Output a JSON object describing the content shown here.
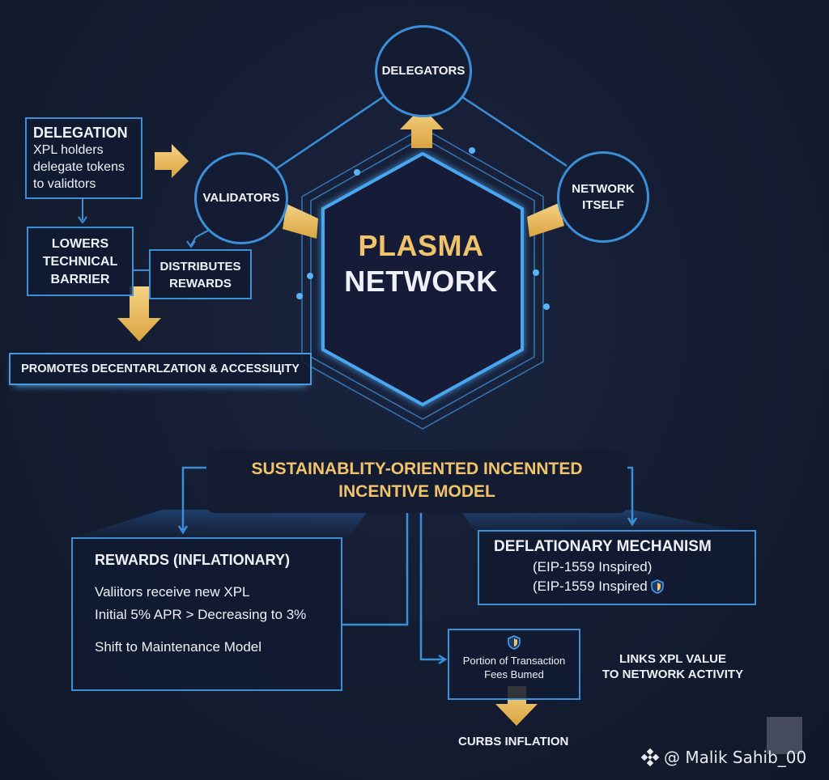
{
  "center": {
    "line1": "PLASMA",
    "line2": "NETWORK"
  },
  "nodes": {
    "delegators": "DELEGATORS",
    "validators": "VALIDATORS",
    "network_itself": [
      "NETWORK",
      "ITSELF"
    ]
  },
  "delegation_box": {
    "title": "DELEGATION",
    "lines": [
      "XPL holders",
      "delegate tokens",
      "to validtors"
    ]
  },
  "lowers_box": [
    "LOWERS",
    "TECHNICAL",
    "BARRIER"
  ],
  "distributes_box": [
    "DISTRIBUTES",
    "REWARDS"
  ],
  "promotes_box": "PROMOTES DECENTARLZATION & ACCESSIЦITY",
  "model_banner": [
    "SUSTAINABLITY-ORIENTED INCENNTED",
    "INCENTIVE MODEL"
  ],
  "rewards_box": {
    "title": "REWARDS (INFLATIONARY)",
    "lines": [
      "Valiitors receive new XPL",
      "Initial 5% APR > Decreasing to 3%",
      "Shift to Maintenance Model"
    ]
  },
  "deflationary_box": {
    "title": "DEFLATIONARY MECHANISM",
    "lines": [
      "(EIP-1559 Inspired)",
      "(EIP-1559 Inspired"
    ],
    "icon": "shield-icon"
  },
  "burn_box": {
    "icon": "shield-icon",
    "lines": [
      "Portion of Transaction",
      "Fees Bumed"
    ]
  },
  "links_label": [
    "LINKS XPL VALUE",
    "TO NETWORK ACTIVITY"
  ],
  "curbs_label": "CURBS INFLATION",
  "watermark": {
    "icon": "binance-logo-icon",
    "text": "@ Malik Sahib_00"
  },
  "colors": {
    "accent_blue": "#3f8fd6",
    "gold": "#f1c46b",
    "background": "#141c31"
  }
}
